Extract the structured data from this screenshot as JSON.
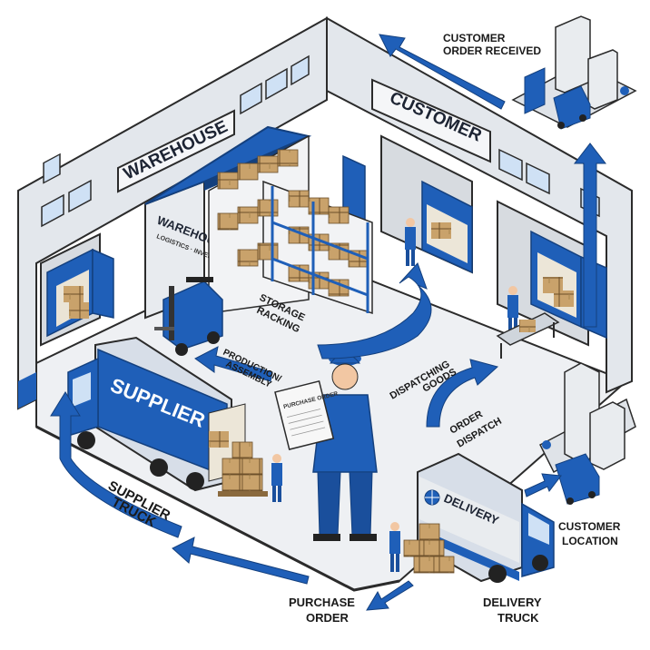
{
  "signs": {
    "warehouse_main": "WAREHOUSE",
    "customer": "CUSTOMER",
    "warehouse_office": "WAREHOUSE",
    "office_subtitle": "LOGISTICS · INVENTORY",
    "clipboard": "PURCHASE ORDER"
  },
  "trucks": {
    "supplier_label": "SUPPLIER",
    "delivery_label": "DELIVERY"
  },
  "labels": {
    "customer_order_line1": "CUSTOMER",
    "customer_order_line2": "ORDER RECEIVED",
    "storage_line1": "STORAGE",
    "storage_line2": "RACKING",
    "production_line1": "PRODUCTION/",
    "production_line2": "ASSEMBLY",
    "dispatching_line1": "DISPATCHING",
    "dispatching_line2": "GOODS",
    "order_dispatch_line1": "ORDER",
    "order_dispatch_line2": "DISPATCH",
    "supplier_truck_line1": "SUPPLIER",
    "supplier_truck_line2": "TRUCK",
    "customer_location_line1": "CUSTOMER",
    "customer_location_line2": "LOCATION",
    "purchase_order_line1": "PURCHASE",
    "purchase_order_line2": "ORDER",
    "delivery_truck_line1": "DELIVERY",
    "delivery_truck_line2": "TRUCK"
  },
  "colors": {
    "accent_blue": "#1f5fb8",
    "dark_blue": "#14407e",
    "light_gray": "#e9ecef",
    "wall_gray": "#dfe3e8",
    "box_tan": "#c9a26b"
  },
  "icons": [
    "globe-icon",
    "forklift-icon",
    "city-buildings-icon"
  ]
}
